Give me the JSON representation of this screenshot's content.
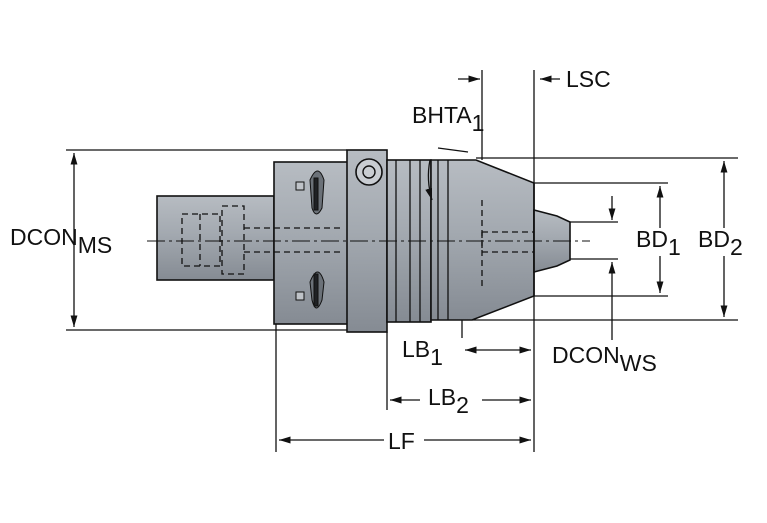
{
  "labels": {
    "dcon_ms": {
      "main": "DCON",
      "sub": "MS"
    },
    "bhta": {
      "main": "BHTA",
      "sub": "1"
    },
    "lsc": {
      "main": "LSC",
      "sub": ""
    },
    "bd1": {
      "main": "BD",
      "sub": "1"
    },
    "bd2": {
      "main": "BD",
      "sub": "2"
    },
    "lb1": {
      "main": "LB",
      "sub": "1"
    },
    "lb2": {
      "main": "LB",
      "sub": "2"
    },
    "lf": {
      "main": "LF",
      "sub": ""
    },
    "dcon_ws": {
      "main": "DCON",
      "sub": "WS"
    }
  },
  "colors": {
    "body_fill": "#9ea4ac",
    "body_dark": "#7f868e",
    "outline": "#111111",
    "background": "#ffffff"
  }
}
